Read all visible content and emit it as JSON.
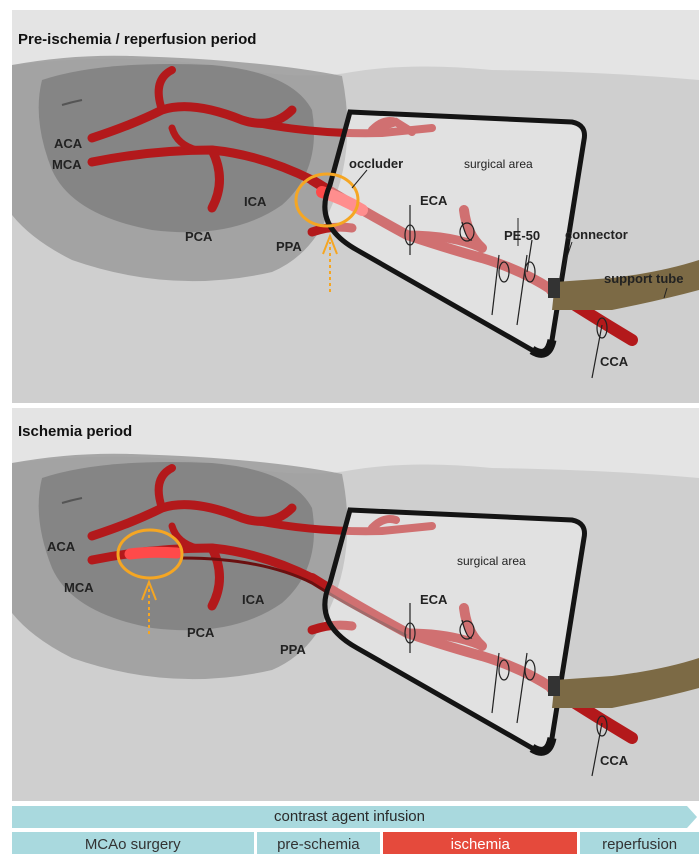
{
  "panels": [
    {
      "title": "Pre-ischemia / reperfusion period",
      "labels": {
        "aca": "ACA",
        "mca": "MCA",
        "pca": "PCA",
        "ica": "ICA",
        "ppa": "PPA",
        "eca": "ECA",
        "cca": "CCA",
        "occluder": "occluder",
        "surgical_area": "surgical area",
        "pe50": "PE-50",
        "connector": "connector",
        "support_tube": "support tube"
      }
    },
    {
      "title": "Ischemia period",
      "labels": {
        "aca": "ACA",
        "mca": "MCA",
        "pca": "PCA",
        "ica": "ICA",
        "ppa": "PPA",
        "eca": "ECA",
        "cca": "CCA",
        "surgical_area": "surgical area"
      }
    }
  ],
  "timeline": {
    "infusion_label": "contrast agent infusion",
    "phases": [
      {
        "label": "MCAo surgery",
        "color": "#a9d9de"
      },
      {
        "label": "pre-schemia",
        "color": "#a9d9de"
      },
      {
        "label": "ischemia",
        "color": "#e54a3c"
      },
      {
        "label": "reperfusion",
        "color": "#a9d9de"
      }
    ]
  },
  "colors": {
    "artery": "#b3191b",
    "highlight": "#f5a623",
    "tube": "#7c6a45",
    "frame": "#141414"
  }
}
